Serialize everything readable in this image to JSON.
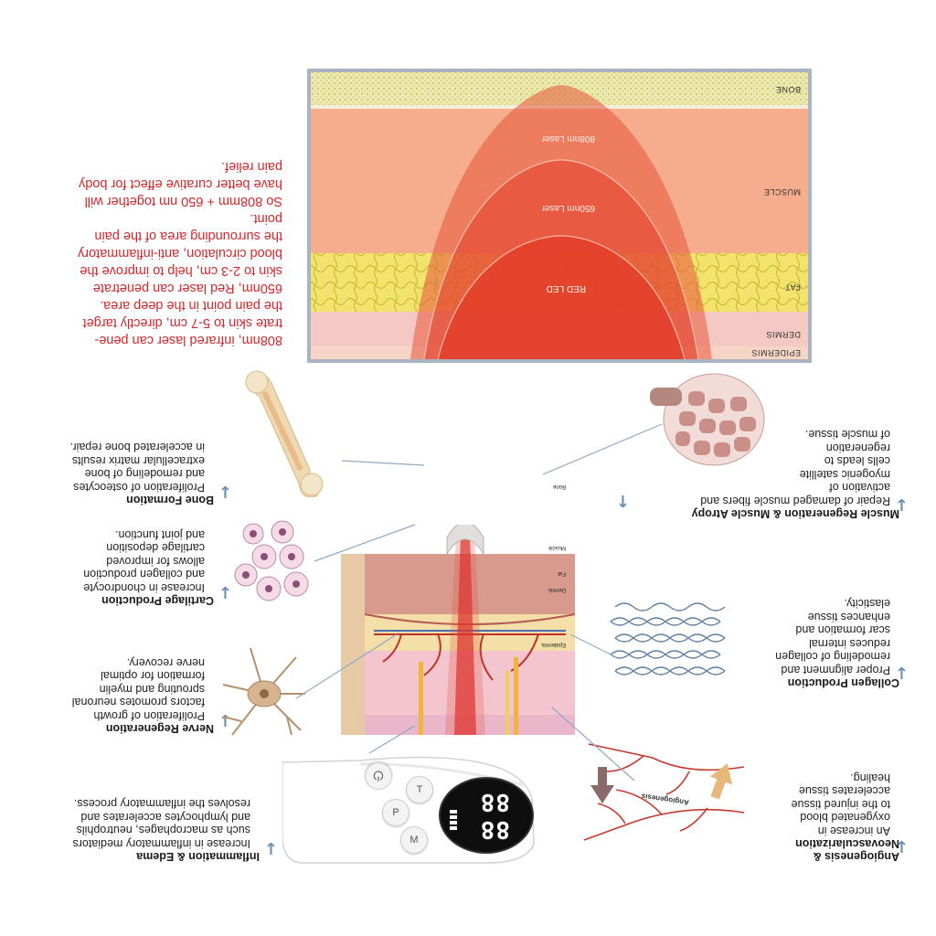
{
  "penetration_text": [
    "808nm, infrared laser can pene-",
    "trate skin to 5-7 cm, directly target",
    "the pain point in the deep area.",
    "650nm, Red laser can penetrate",
    "skin to 2-3 cm, help to improve the",
    "blood circulation, anti-inflammatory",
    "the surrounding area of the pain",
    "point.",
    "So 808mm + 650 nm together will",
    "have better curative effect for body",
    "pain relief."
  ],
  "layers": {
    "bone": "BONE",
    "muscle": "MUSCLE",
    "fat": "FAT",
    "dermis": "DERMIS",
    "epidermis": "EPIDERMIS"
  },
  "beams": {
    "laser_808": "808nm Laser",
    "laser_650": "650nm Laser",
    "red_led": "RED LED"
  },
  "cross_section_labels": {
    "bone": "Bone",
    "muscle": "Muscle",
    "fat": "Fat",
    "dermis": "Dermis",
    "epidermis": "Epidermis"
  },
  "angiogenesis_label": "Angiogenesis",
  "effects": {
    "bone": {
      "title": "Bone Formation",
      "lines": [
        "Proliferation of osteocytes",
        "and remodeling of bone",
        "extracellular matrix results",
        "in accelerated bone repair."
      ]
    },
    "cartilage": {
      "title": "Cartilage Production",
      "lines": [
        "Increase in chondrocyte",
        "and collagen production",
        "allows for improved",
        "cartilage deposition",
        "and joint function."
      ]
    },
    "nerve": {
      "title": "Nerve Regeneration",
      "lines": [
        "Proliferation of growth",
        "factors promotes neuronal",
        "sprouting and myelin",
        "formation for optimal",
        "nerve recovery."
      ]
    },
    "inflammation": {
      "title": "Inflammation & Edema",
      "lines": [
        "Increase in inflammatory mediators",
        "such as macrophages, neutrophils",
        "and lymphocytes accelerates and",
        "resolves the inflammatory process."
      ]
    },
    "muscle": {
      "title": "Muscle Regeneration & Muscle Atropy",
      "lines": [
        "Repair of damaged muscle fibers and",
        "activation of",
        "myogenic satellite",
        "cells leads to",
        "regeneration",
        "of muscle tissue."
      ]
    },
    "collagen": {
      "title": "Collagen Production",
      "lines": [
        "Proper alignment and",
        "remodeling of collagen",
        "reduces internal",
        "scar formation and",
        "enhances tissue",
        "elasticity."
      ]
    },
    "angiogenesis": {
      "title": "Angiogenesis &",
      "title2": "Neovascularization",
      "lines": [
        "An increase in",
        "oxygenated blood",
        "to the injured tissue",
        "accelerates tissue",
        "healing."
      ]
    }
  },
  "device": {
    "buttons": [
      "M",
      "P",
      "T"
    ],
    "display_top": "88",
    "display_bottom": "88"
  },
  "colors": {
    "accent_red": "#d9262a",
    "arrow_blue": "#6a8fb5",
    "muscle_layer": "#f3a586",
    "fat_layer": "#f2e36f",
    "bone_layer": "#e9e6a6",
    "panel_border": "#a8b4c2"
  }
}
